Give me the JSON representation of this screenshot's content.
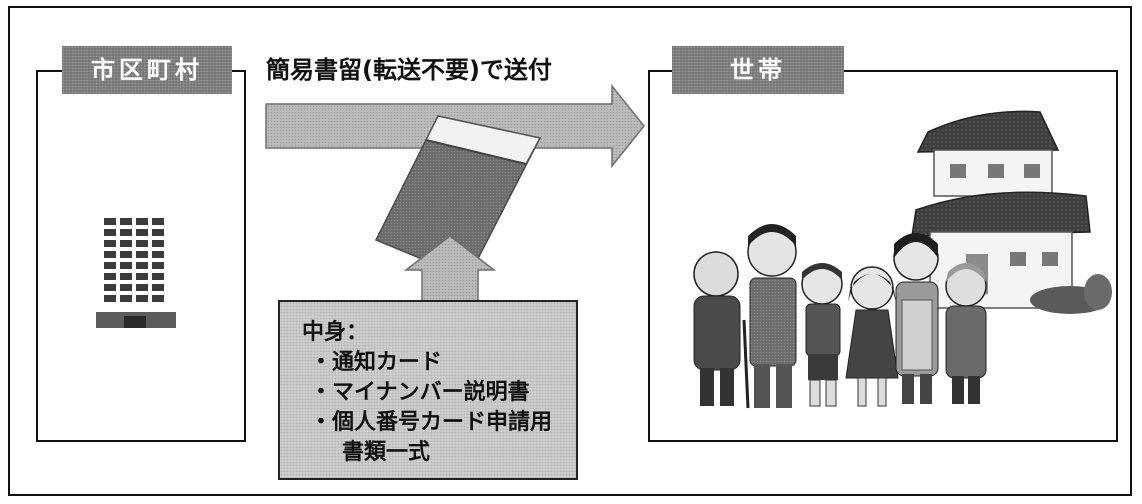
{
  "left_panel": {
    "title": "市区町村"
  },
  "right_panel": {
    "title": "世帯"
  },
  "transfer": {
    "label": "簡易書留(転送不要)で送付"
  },
  "contents": {
    "heading": "中身：",
    "items": [
      {
        "bullet": "・",
        "text": "通知カード"
      },
      {
        "bullet": "・",
        "text": "マイナンバー説明書"
      },
      {
        "bullet": "・",
        "text": "個人番号カード申請用"
      }
    ],
    "continuation": "書類一式"
  },
  "icons": [
    "office-building-icon",
    "envelope-icon",
    "house-icon",
    "family-icon",
    "right-arrow-icon",
    "up-arrow-icon"
  ]
}
